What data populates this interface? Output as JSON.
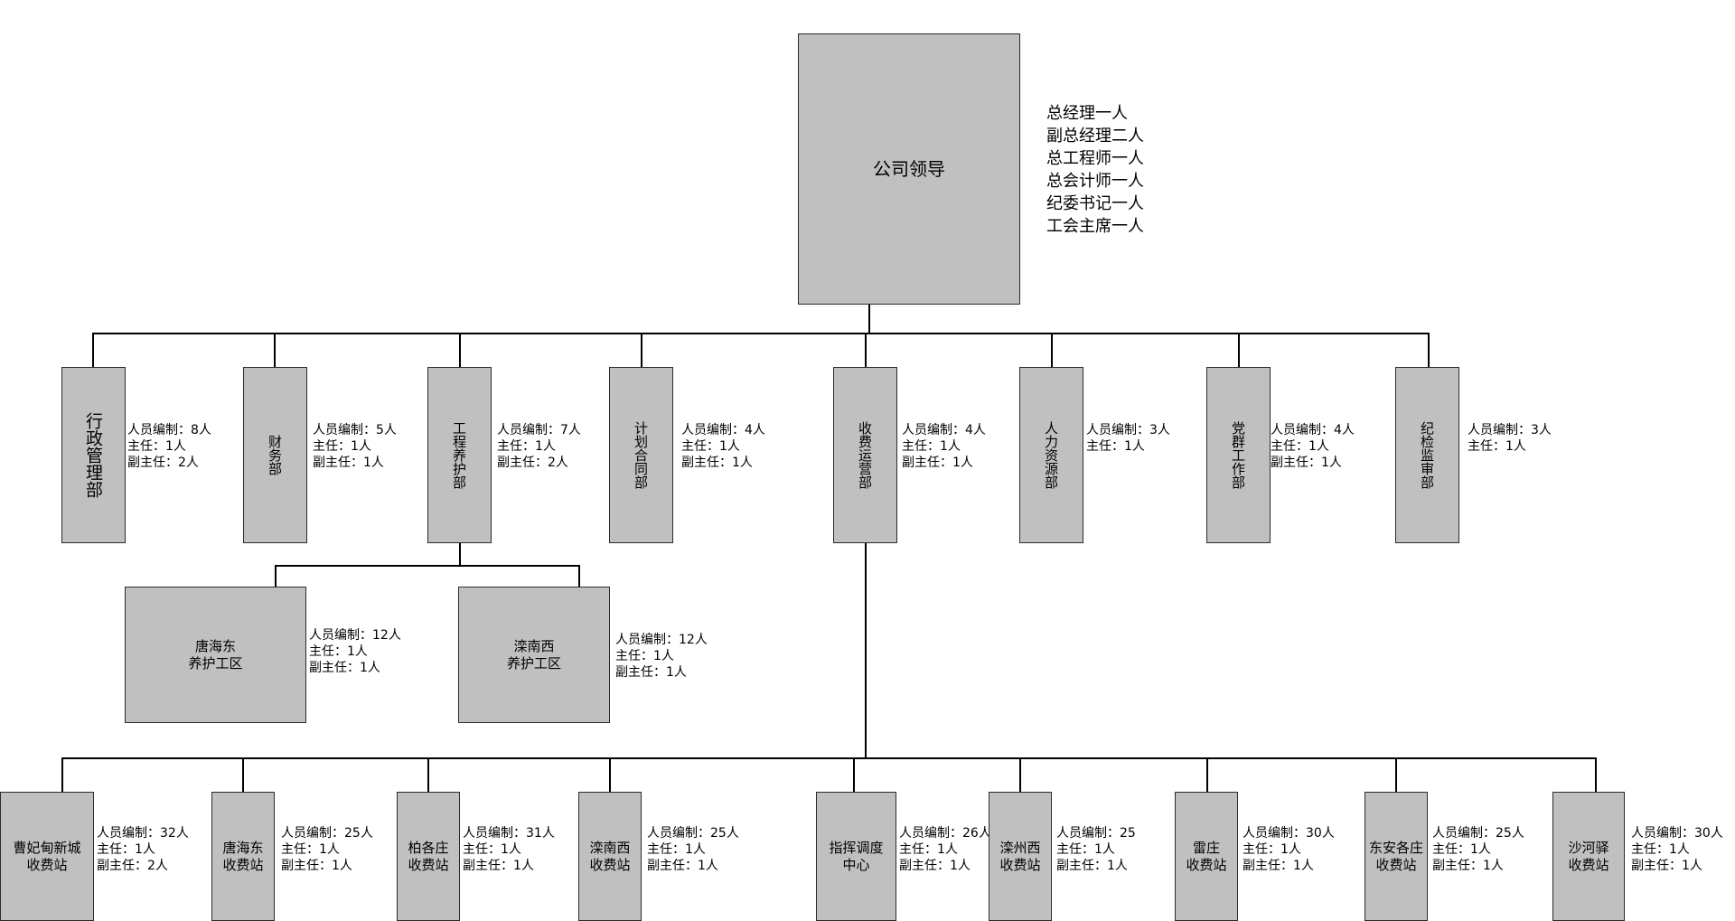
{
  "leader": {
    "title": "公司领导",
    "notes": "总经理一人\n副总经理二人\n总工程师一人\n总会计师一人\n纪委书记一人\n工会主席一人"
  },
  "departments": [
    {
      "name": "行政管理部",
      "notes": "人员编制：8人\n主任：1人\n副主任：2人"
    },
    {
      "name": "财务部",
      "notes": "人员编制：5人\n主任：1人\n副主任：1人"
    },
    {
      "name": "工程养护部",
      "notes": "人员编制：7人\n主任：1人\n副主任：2人"
    },
    {
      "name": "计划合同部",
      "notes": "人员编制：4人\n主任：1人\n副主任：1人"
    },
    {
      "name": "收费运营部",
      "notes": "人员编制：4人\n主任：1人\n副主任：1人"
    },
    {
      "name": "人力资源部",
      "notes": "人员编制：3人\n主任：1人"
    },
    {
      "name": "党群工作部",
      "notes": "人员编制：4人\n主任：1人\n副主任：1人"
    },
    {
      "name": "纪检监审部",
      "notes": "人员编制：3人\n主任：1人"
    }
  ],
  "work_areas": [
    {
      "name": "唐海东\n养护工区",
      "notes": "人员编制：12人\n主任：1人\n副主任：1人"
    },
    {
      "name": "滦南西\n养护工区",
      "notes": "人员编制：12人\n主任：1人\n副主任：1人"
    }
  ],
  "stations": [
    {
      "name": "曹妃甸新城\n收费站",
      "notes": "人员编制：32人\n主任：1人\n副主任：2人"
    },
    {
      "name": "唐海东\n收费站",
      "notes": "人员编制：25人\n主任：1人\n副主任：1人"
    },
    {
      "name": "柏各庄\n收费站",
      "notes": "人员编制：31人\n主任：1人\n副主任：1人"
    },
    {
      "name": "滦南西\n收费站",
      "notes": "人员编制：25人\n主任：1人\n副主任：1人"
    },
    {
      "name": "指挥调度\n中心",
      "notes": "人员编制：26人\n主任：1人\n副主任：1人"
    },
    {
      "name": "滦州西\n收费站",
      "notes": "人员编制：25\n主任：1人\n副主任：1人"
    },
    {
      "name": "雷庄\n收费站",
      "notes": "人员编制：30人\n主任：1人\n副主任：1人"
    },
    {
      "name": "东安各庄\n收费站",
      "notes": "人员编制：25人\n主任：1人\n副主任：1人"
    },
    {
      "name": "沙河驿\n收费站",
      "notes": "人员编制：30人\n主任：1人\n副主任：1人"
    }
  ],
  "colors": {
    "box_fill": "#c0c0c0",
    "box_border": "#2b2b2b",
    "line": "#000000",
    "background": "#ffffff"
  }
}
